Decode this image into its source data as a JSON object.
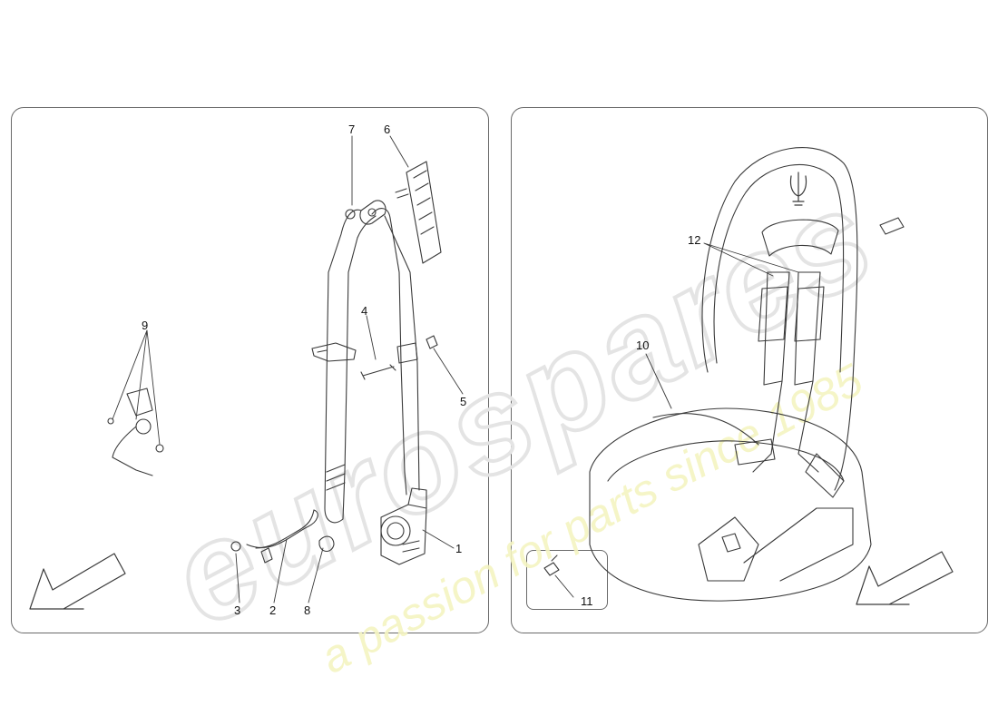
{
  "callouts": {
    "c1": "1",
    "c2": "2",
    "c3": "3",
    "c4": "4",
    "c5": "5",
    "c6": "6",
    "c7": "7",
    "c8": "8",
    "c9": "9",
    "c10": "10",
    "c11": "11",
    "c12": "12"
  },
  "watermark": {
    "brand": "eurospares",
    "tagline": "a passion for parts since 1985"
  },
  "colors": {
    "line": "#3a3a3a",
    "panel_border": "#6a6a6a",
    "watermark_brand": "#e6e6e6",
    "watermark_tagline": "#f3f3b8"
  },
  "icons": [
    "direction-arrow-icon",
    "trident-logo-icon"
  ]
}
